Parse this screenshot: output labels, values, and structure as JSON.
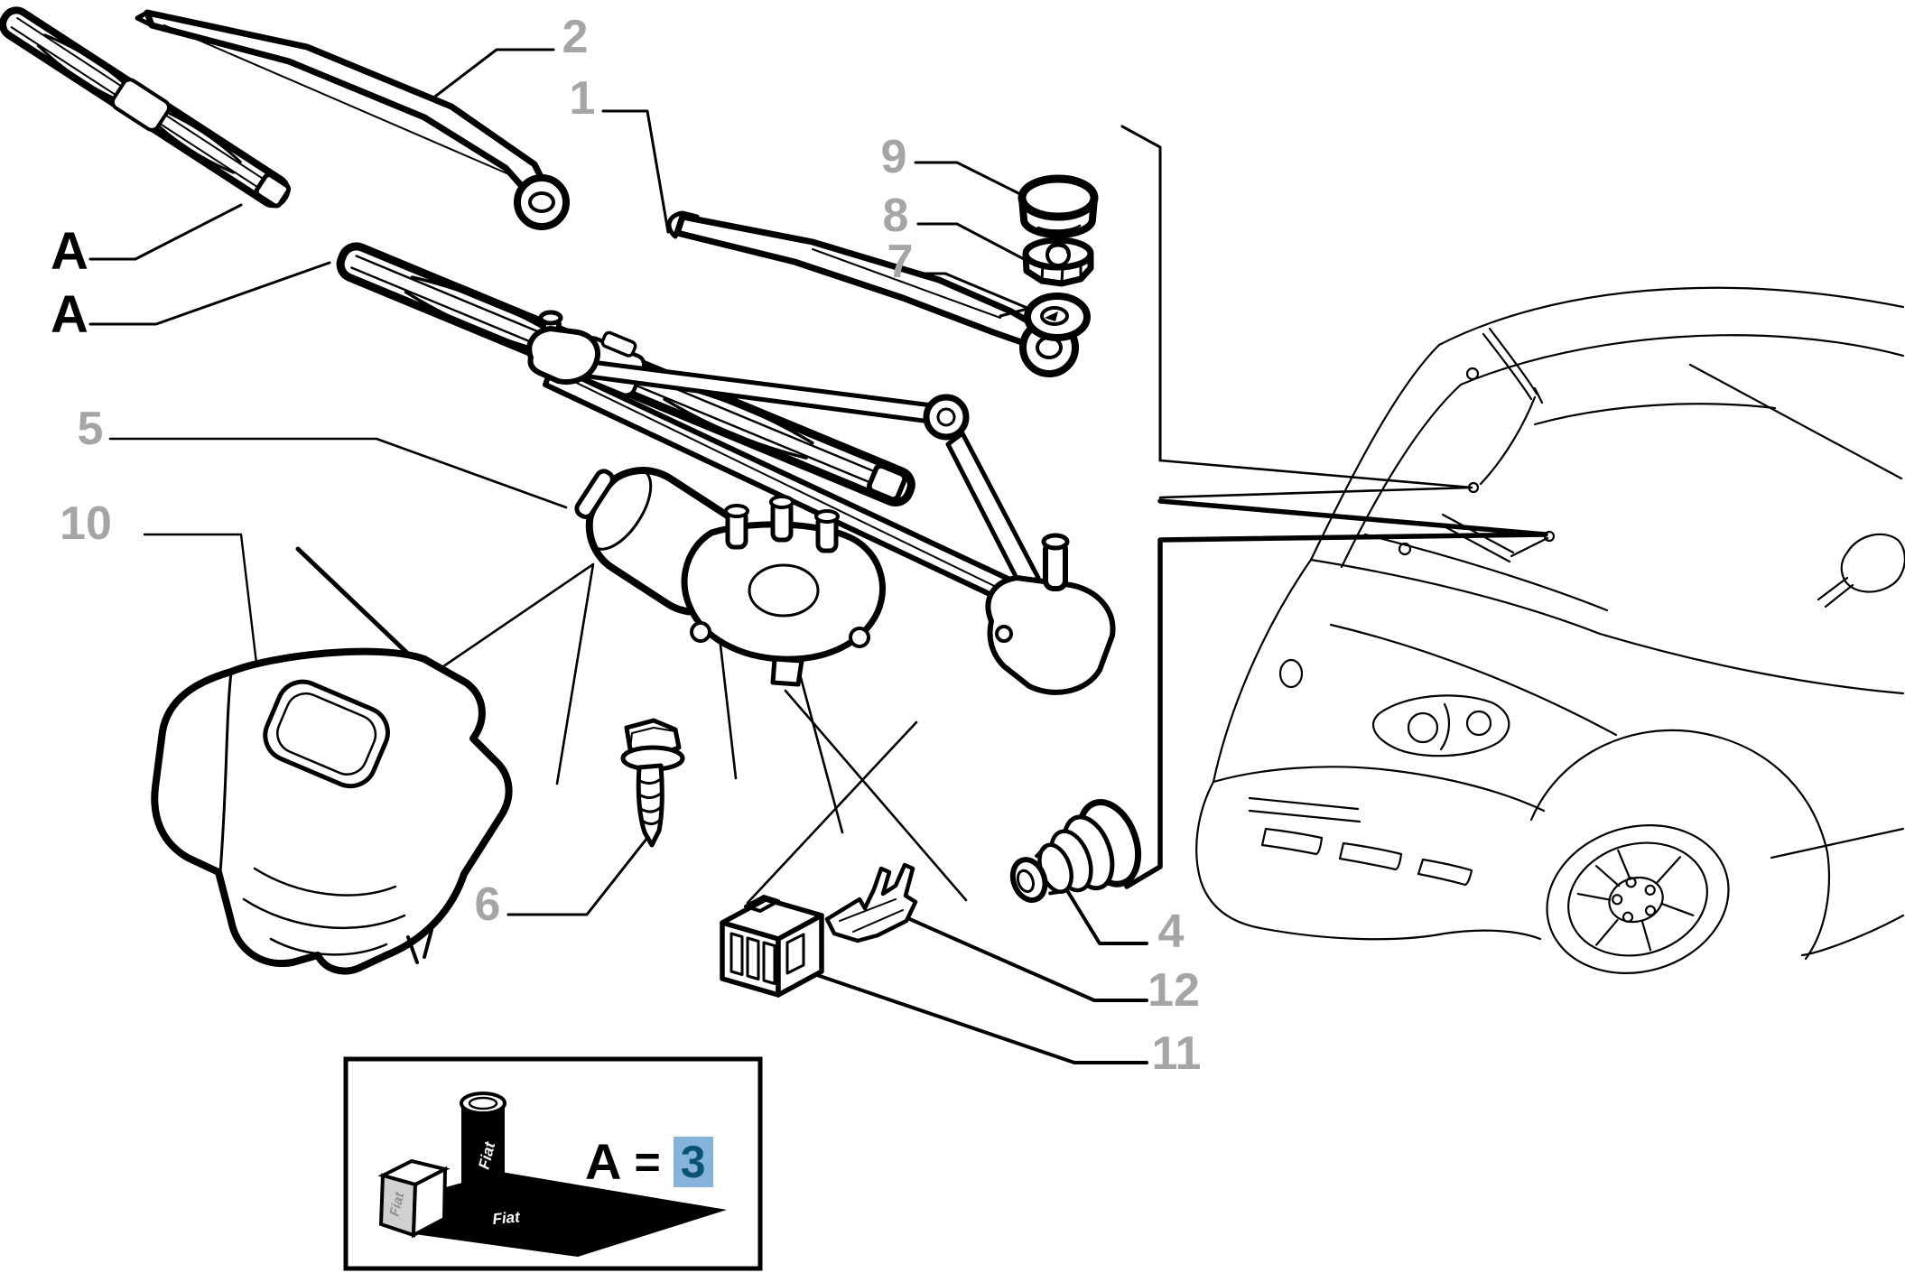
{
  "page": {
    "background": "#FFFFFF"
  },
  "colors": {
    "label_gray": "#A5A5A5",
    "marker_black": "#000000",
    "line_black": "#000000",
    "legend_highlight_bg": "#86B3D9",
    "legend_highlight_fg": "#0B5175"
  },
  "diagram": {
    "labels": {
      "1": "1",
      "2": "2",
      "4": "4",
      "5": "5",
      "6": "6",
      "7": "7",
      "8": "8",
      "9": "9",
      "10": "10",
      "11": "11",
      "12": "12"
    },
    "markers": {
      "a_top": "A",
      "a_bottom": "A"
    },
    "parts": {
      "1": "wiper-arm",
      "2": "wiper-arm-2",
      "4": "grommet",
      "5": "wiper-motor-linkage",
      "6": "screw",
      "7": "washer",
      "8": "nut",
      "9": "cap",
      "10": "cowl-cover",
      "11": "connector",
      "12": "terminal-clip",
      "A": "wiper-blade"
    }
  },
  "legend": {
    "a": "A",
    "eq": "=",
    "value": "3",
    "brand": "Fiat"
  }
}
